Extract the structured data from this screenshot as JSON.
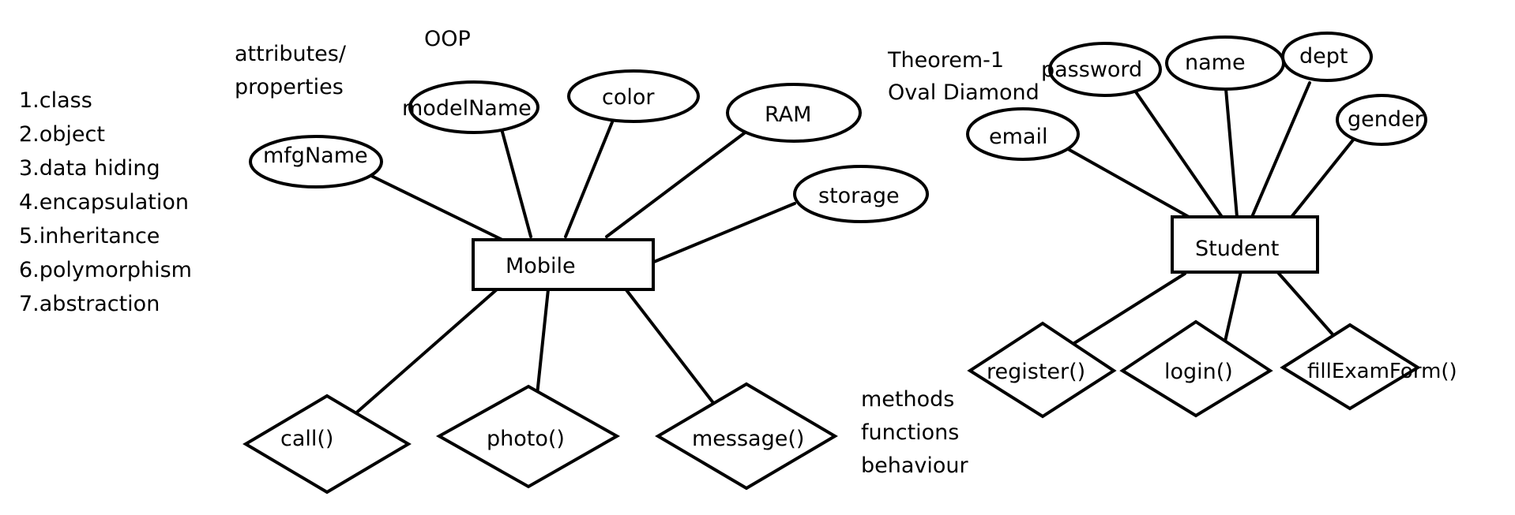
{
  "heading": "OOP",
  "attributes_note": [
    "attributes/",
    "properties"
  ],
  "methods_note": [
    "methods",
    "functions",
    "behaviour"
  ],
  "theorem_note": [
    "Theorem-1",
    "Oval Diamond"
  ],
  "concepts": [
    "1.class",
    "2.object",
    "3.data hiding",
    "4.encapsulation",
    "5.inheritance",
    "6.polymorphism",
    "7.abstraction"
  ],
  "entities": {
    "mobile": {
      "label": "Mobile",
      "attributes": [
        "mfgName",
        "modelName",
        "color",
        "RAM",
        "storage"
      ],
      "methods": [
        "call()",
        "photo()",
        "message()"
      ]
    },
    "student": {
      "label": "Student",
      "attributes": [
        "email",
        "password",
        "name",
        "dept",
        "gender"
      ],
      "methods": [
        "register()",
        "login()",
        "fillExamForm()"
      ]
    }
  }
}
